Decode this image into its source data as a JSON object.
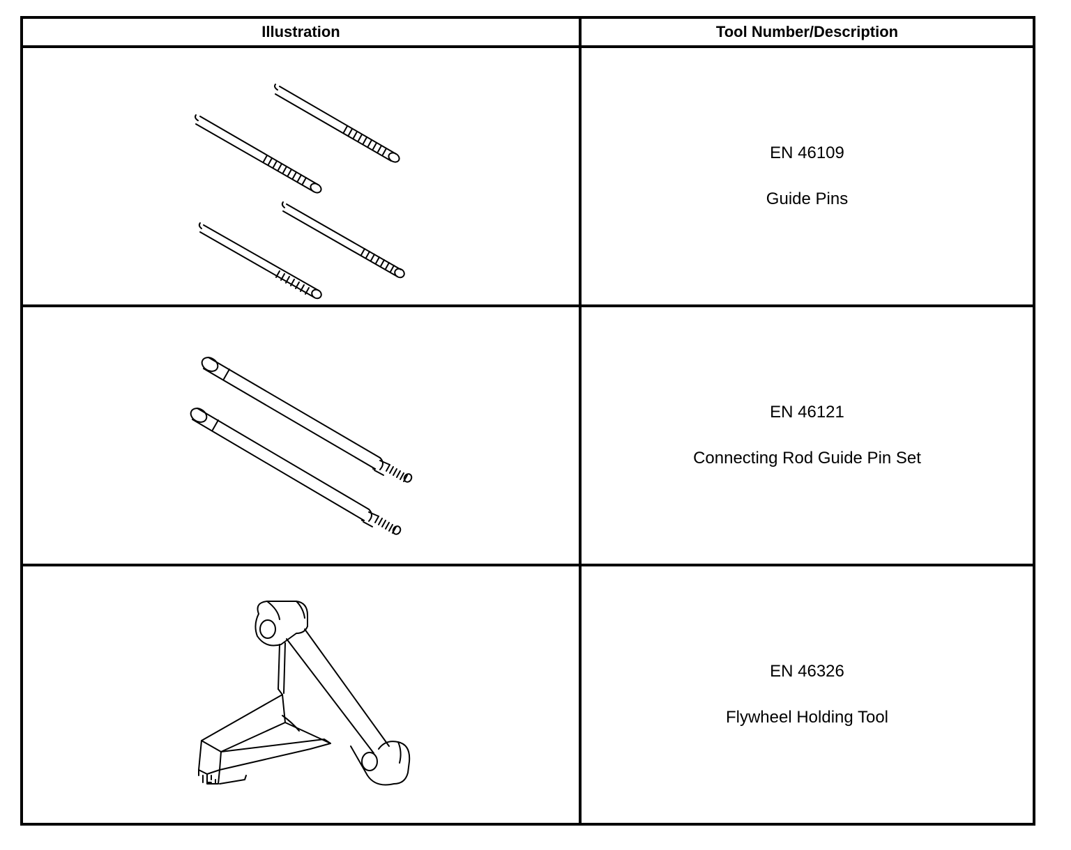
{
  "table": {
    "headers": {
      "illustration": "Illustration",
      "tool": "Tool Number/Description"
    },
    "rows": [
      {
        "number": "EN 46109",
        "description": "Guide Pins",
        "illustration": "guide-pins-drawing"
      },
      {
        "number": "EN 46121",
        "description": "Connecting Rod Guide Pin Set",
        "illustration": "connecting-rod-guide-pins-drawing"
      },
      {
        "number": "EN 46326",
        "description": "Flywheel Holding Tool",
        "illustration": "flywheel-holding-tool-drawing"
      }
    ]
  },
  "colors": {
    "line": "#000000",
    "background": "#ffffff"
  }
}
